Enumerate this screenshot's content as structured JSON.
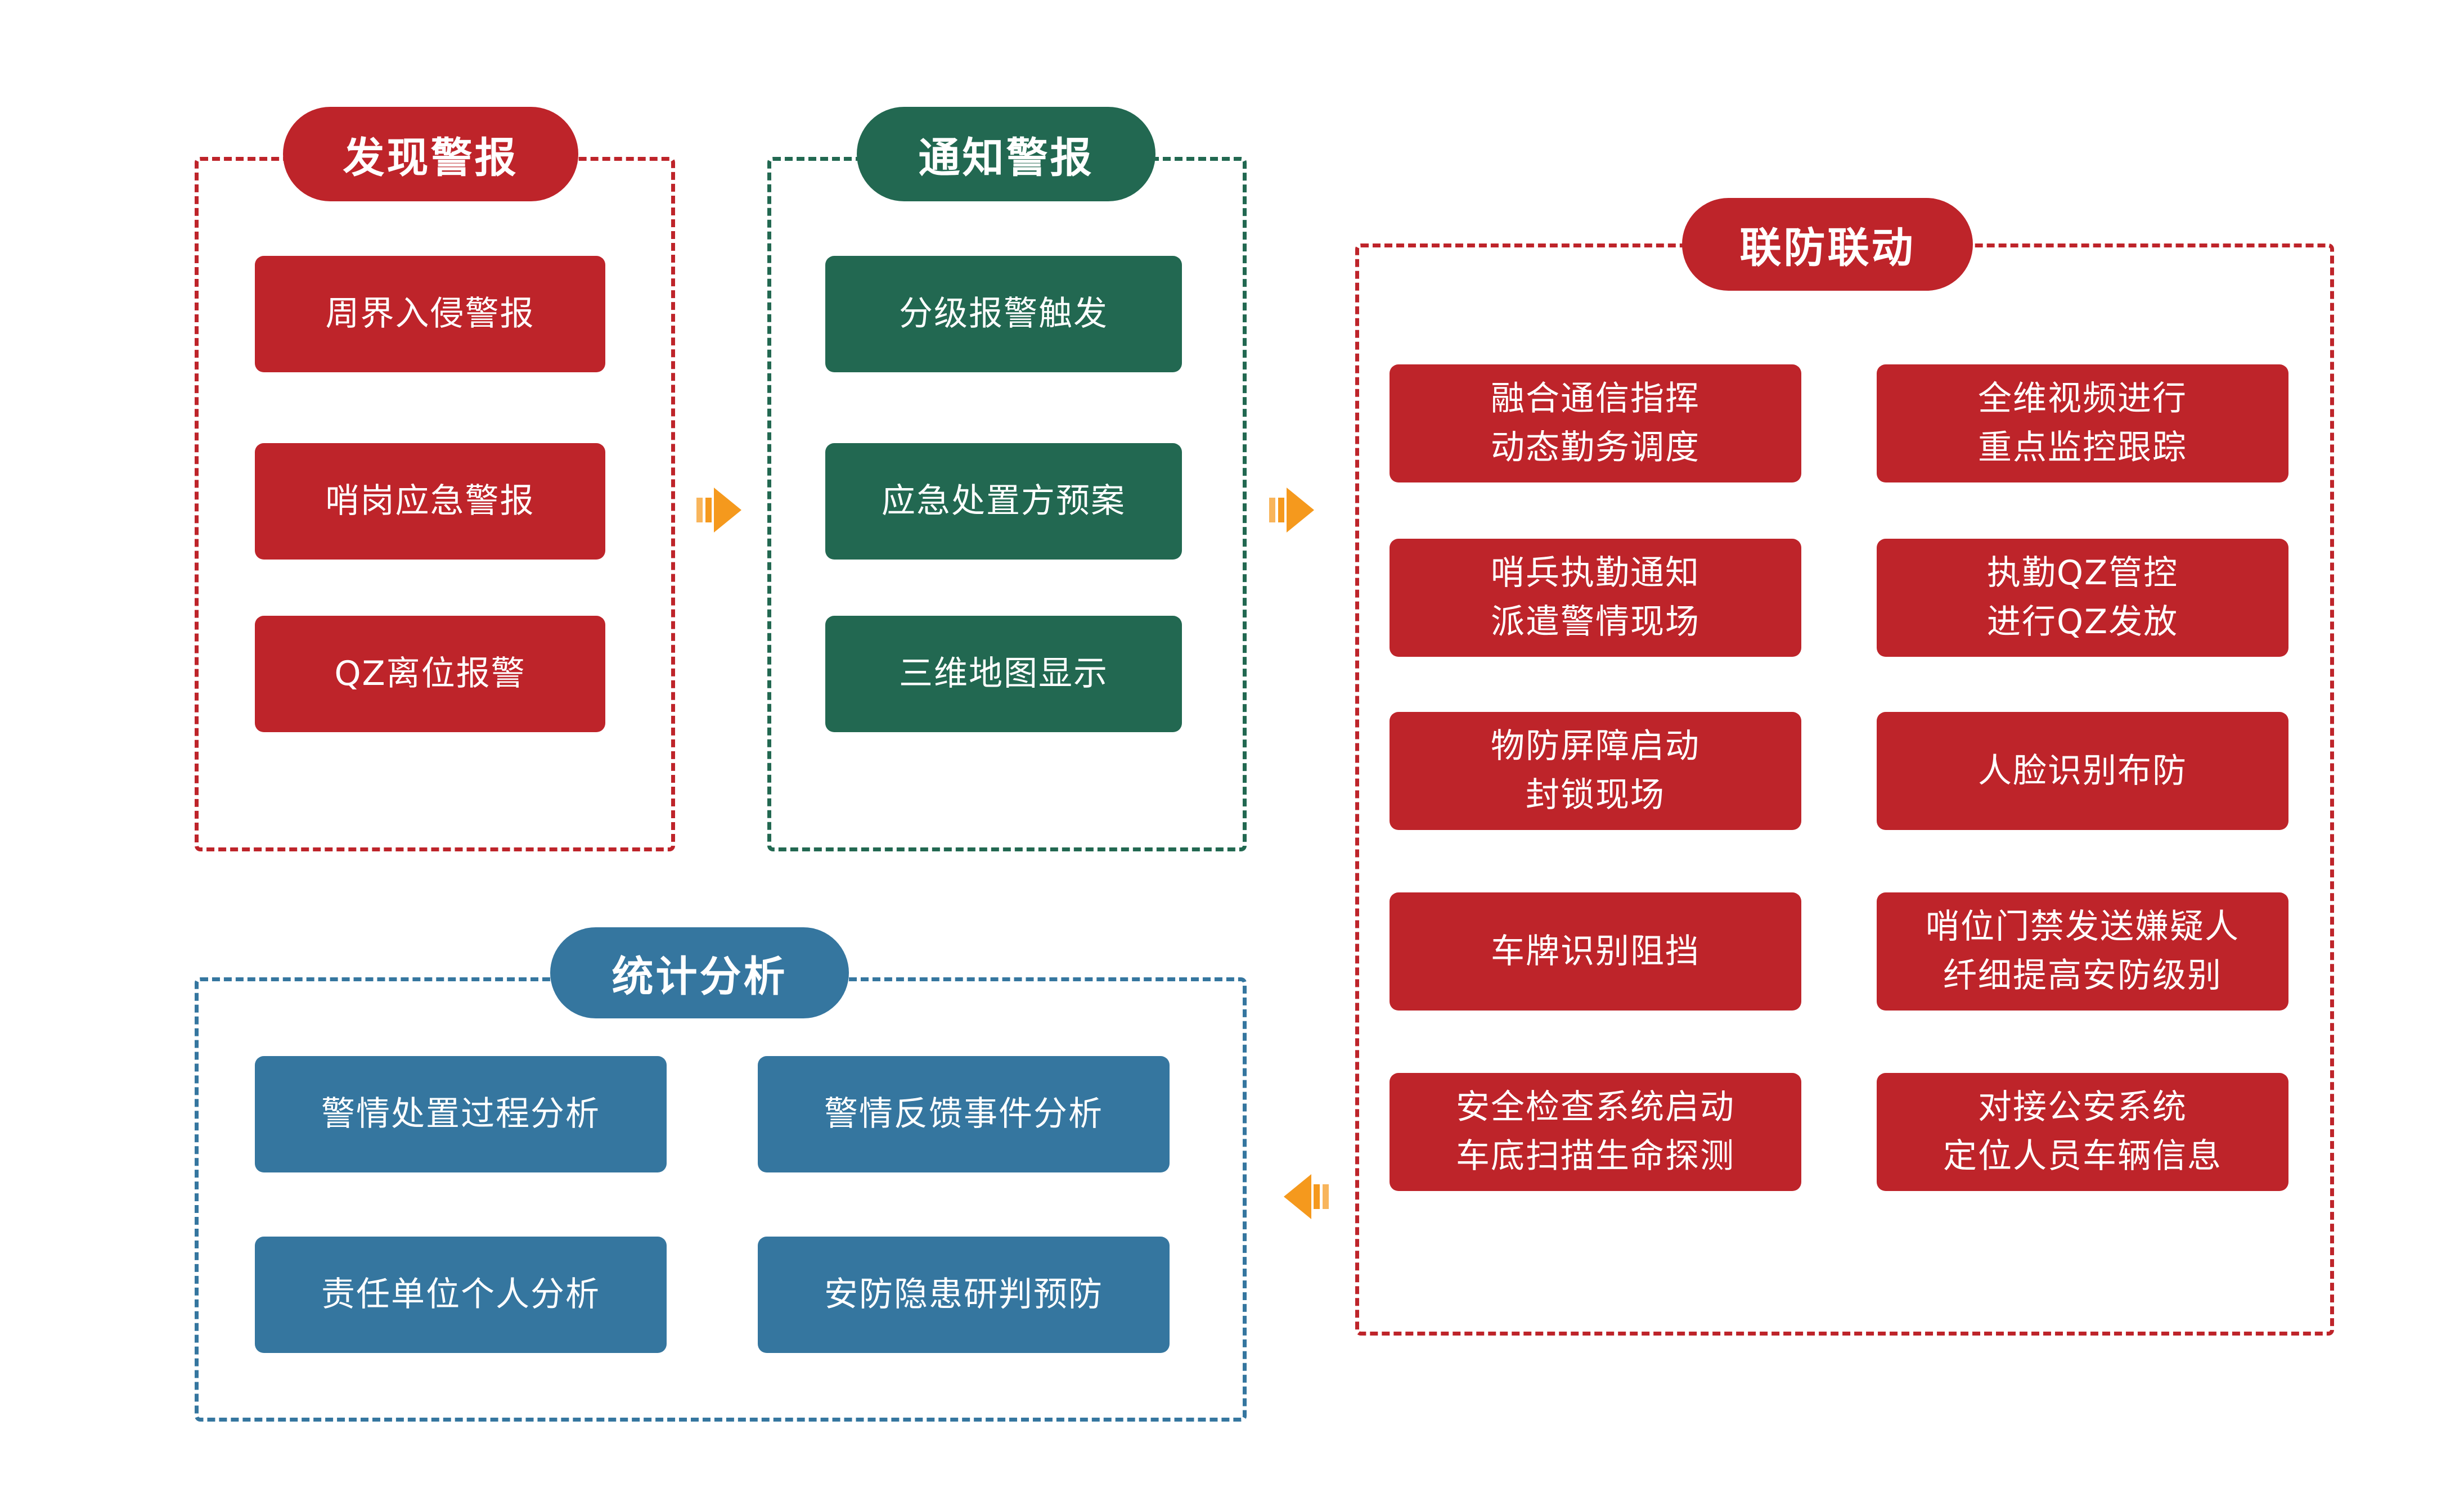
{
  "diagram": {
    "sections": {
      "discover": {
        "title": "发现警报",
        "items": [
          "周界入侵警报",
          "哨岗应急警报",
          "QZ离位报警"
        ]
      },
      "notify": {
        "title": "通知警报",
        "items": [
          "分级报警触发",
          "应急处置方预案",
          "三维地图显示"
        ]
      },
      "linkage": {
        "title": "联防联动",
        "items": [
          "融合通信指挥\n动态勤务调度",
          "全维视频进行\n重点监控跟踪",
          "哨兵执勤通知\n派遣警情现场",
          "执勤QZ管控\n进行QZ发放",
          "物防屏障启动\n封锁现场",
          "人脸识别布防",
          "车牌识别阻挡",
          "哨位门禁发送嫌疑人\n纤细提高安防级别",
          "安全检查系统启动\n车底扫描生命探测",
          "对接公安系统\n定位人员车辆信息"
        ]
      },
      "stats": {
        "title": "统计分析",
        "items": [
          "警情处置过程分析",
          "警情反馈事件分析",
          "责任单位个人分析",
          "安防隐患研判预防"
        ]
      }
    },
    "colors": {
      "red": "#be242a",
      "green": "#226851",
      "blue": "#35769f",
      "orange": "#f5991d",
      "background": "#ffffff",
      "text": "#ffffff"
    },
    "arrows": [
      {
        "direction": "right"
      },
      {
        "direction": "right"
      },
      {
        "direction": "left"
      }
    ]
  }
}
